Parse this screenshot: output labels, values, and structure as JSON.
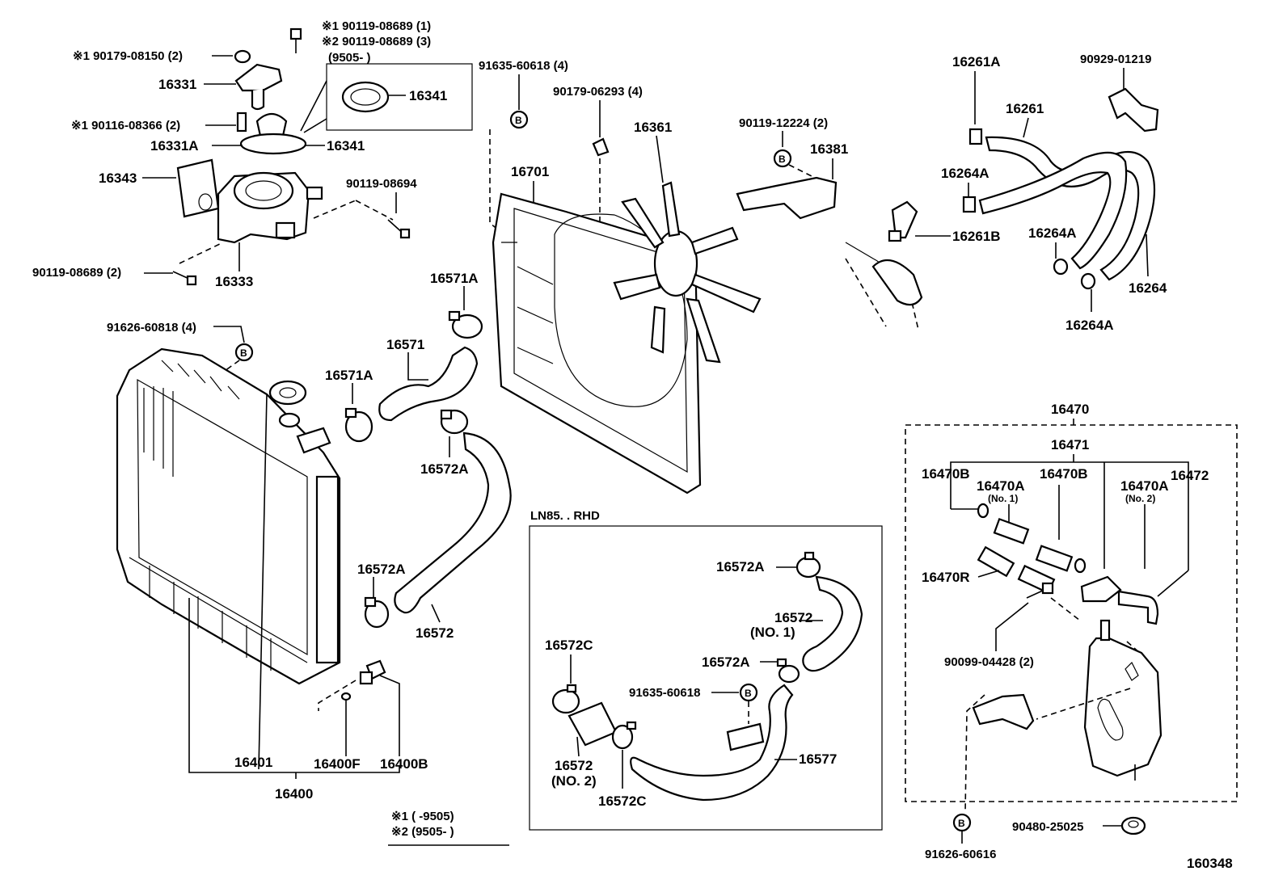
{
  "diagram": {
    "catalog_number": "160348",
    "labels": {
      "l_90119_08689_1": "※1  90119-08689 (1)",
      "l_90119_08689_3": "※2  90119-08689 (3)",
      "l_9505": "(9505-          )",
      "l_90179_08150": "※1  90179-08150 (2)",
      "l_16331": "16331",
      "l_16341_a": "16341",
      "l_90116_08366": "※1 90116-08366 (2)",
      "l_16331A": "16331A",
      "l_16341_b": "16341",
      "l_16343": "16343",
      "l_90119_08694": "90119-08694",
      "l_90119_08689_2": "90119-08689 (2)",
      "l_16333": "16333",
      "l_91626_60818": "91626-60818 (4)",
      "l_91635_60618_4": "91635-60618 (4)",
      "l_90179_06293": "90179-06293 (4)",
      "l_16361": "16361",
      "l_16701": "16701",
      "l_90119_12224": "90119-12224 (2)",
      "l_16381": "16381",
      "l_16261A": "16261A",
      "l_90929_01219": "90929-01219",
      "l_16261": "16261",
      "l_16264A_1": "16264A",
      "l_16261B": "16261B",
      "l_16264A_2": "16264A",
      "l_16264": "16264",
      "l_16264A_3": "16264A",
      "l_16571A_1": "16571A",
      "l_16571": "16571",
      "l_16571A_2": "16571A",
      "l_16572A_1": "16572A",
      "l_16572A_2": "16572A",
      "l_16572": "16572",
      "l_16401": "16401",
      "l_16400F": "16400F",
      "l_16400B": "16400B",
      "l_16400": "16400",
      "l_note1": "※1 (       -9505)",
      "l_note2": "※2 (9505-         )",
      "l_ln85": "LN85. . RHD",
      "l_16572A_3": "16572A",
      "l_16572_no1": "16572",
      "l_no1": "(NO. 1)",
      "l_16572C_1": "16572C",
      "l_16572A_4": "16572A",
      "l_91635_60618": "91635-60618",
      "l_16572_no2": "16572",
      "l_no2": "(NO. 2)",
      "l_16577": "16577",
      "l_16572C_2": "16572C",
      "l_16470": "16470",
      "l_16471": "16471",
      "l_16470B_1": "16470B",
      "l_16470A_1": "16470A",
      "l_no1_small": "(No. 1)",
      "l_16470B_2": "16470B",
      "l_16470A_2": "16470A",
      "l_no2_small": "(No. 2)",
      "l_16472": "16472",
      "l_16470R": "16470R",
      "l_90099_04428": "90099-04428 (2)",
      "l_90480_25025": "90480-25025",
      "l_91626_60616": "91626-60616",
      "l_b": "B"
    }
  }
}
